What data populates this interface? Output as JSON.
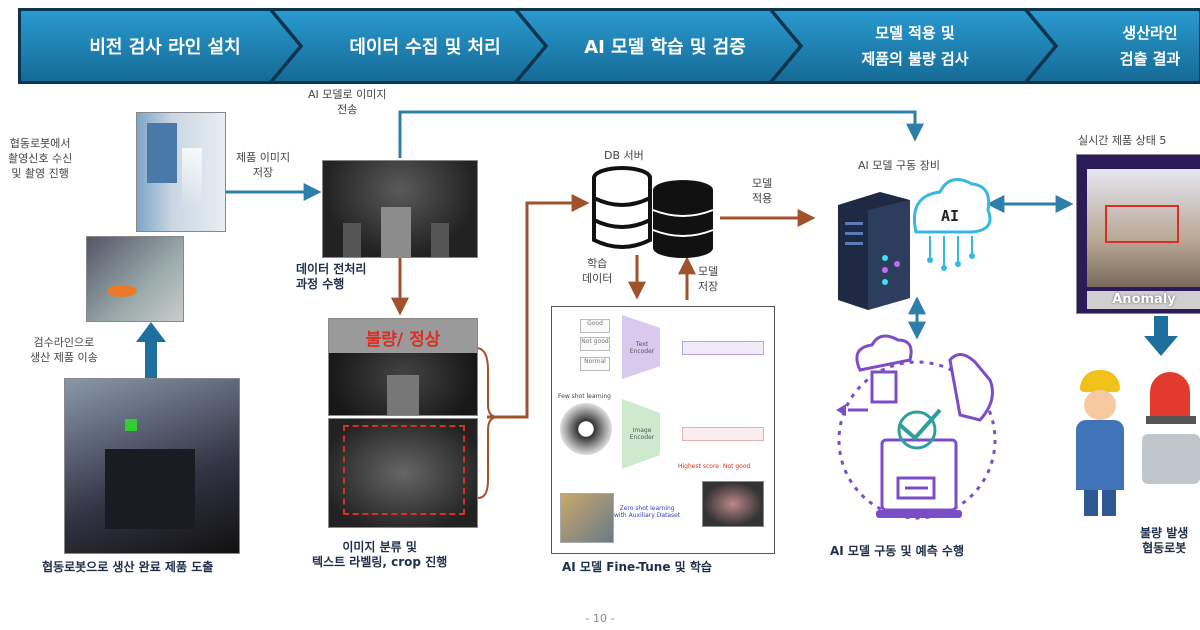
{
  "steps": [
    "비전 검사 라인 설치",
    "데이터 수집 및 처리",
    "AI 모델 학습 및 검증",
    [
      "모델 적용 및",
      "제품의 불량 검사"
    ],
    [
      "생산라인",
      "검출 결과"
    ]
  ],
  "labels": {
    "ai_transfer": [
      "AI 모델로 이미지",
      "전송"
    ],
    "robot_signal": [
      "협동로봇에서",
      "촬영신호 수신",
      "및 촬영 진행"
    ],
    "save_image": [
      "제품 이미지",
      "저장"
    ],
    "move_product": [
      "검수라인으로",
      "생산 제품 이송"
    ],
    "robot_output": "협동로봇으로 생산 완료 제품 도출",
    "preprocess": [
      "데이터 전처리",
      "과정 수행"
    ],
    "defect_normal": "불량/ 정상",
    "classify": [
      "이미지 분류 및",
      "텍스트 라벨링, crop 진행"
    ],
    "db_server": "DB 서버",
    "model_apply": [
      "모델",
      "적용"
    ],
    "train_data": [
      "학습",
      "데이터"
    ],
    "model_save": [
      "모델",
      "저장"
    ],
    "finetune": "AI 모델 Fine-Tune 및 학습",
    "ai_device": "AI 모델 구동 장비",
    "ai_text": "AI",
    "predict": "AI 모델 구동 및 예측 수행",
    "realtime": "실시간 제품 상태 5",
    "anomaly": "Anomaly",
    "defect_robot": [
      "불량 발생",
      "협동로봇"
    ],
    "highest_score": "Highest score: Not good",
    "few_shot": "Few shot learning",
    "zero_shot": [
      "Zero shot learning",
      "with Auxiliary Dataset"
    ],
    "encoder_text": "Text Encoder",
    "encoder_image": "Image Encoder",
    "prompt_good": "Good",
    "prompt_notgood": "Not good",
    "prompt_normal": "Normal"
  },
  "page_number": "- 10 -",
  "colors": {
    "banner": "#1f87b8",
    "banner_dark": "#14628c",
    "arrow_blue": "#2c7fa8",
    "arrow_brown": "#a0522d",
    "accent_red": "#d93025",
    "purple": "#7b4ec8"
  }
}
